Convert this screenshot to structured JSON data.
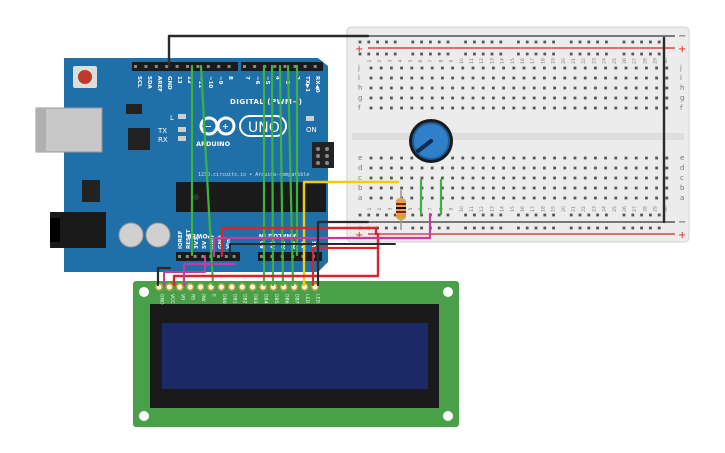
{
  "board": {
    "top_header_labels": [
      "SCL",
      "SDA",
      "AREF",
      "GND",
      "13",
      "12",
      "~11",
      "~10",
      "~9",
      "8",
      "7",
      "~6",
      "~5",
      "4",
      "~3",
      "2",
      "TX▶1",
      "RX◀0"
    ],
    "digital_label": "DIGITAL (PWM~)",
    "brand": "ARDUINO",
    "uno": "UNO",
    "led_l": "L",
    "led_tx": "TX",
    "led_rx": "RX",
    "on_label": "ON",
    "url": "123D.circuits.io • Arduino-compatible",
    "power_label": "POWER",
    "analog_label": "ANALOG IN",
    "power_pins": [
      "IOREF",
      "RESET",
      "3V3",
      "5V",
      "GND",
      "GND",
      "Vin"
    ],
    "analog_pins": [
      "A0",
      "A1",
      "A2",
      "A3",
      "A4",
      "A5"
    ]
  },
  "breadboard": {
    "rows_top": [
      "j",
      "i",
      "h",
      "g",
      "f"
    ],
    "rows_bottom": [
      "e",
      "d",
      "c",
      "b",
      "a"
    ],
    "plus": "+",
    "minus": "−"
  },
  "lcd": {
    "pin_labels": [
      "GND",
      "VCC",
      "V0",
      "RS",
      "RW",
      "E",
      "DB0",
      "DB1",
      "DB2",
      "DB3",
      "DB4",
      "DB5",
      "DB6",
      "DB7",
      "LED",
      "LED"
    ]
  },
  "colors": {
    "board": "#1f6fa8",
    "board_dark": "#18598a",
    "breadboard": "#ececec",
    "lcd_pcb": "#49a049",
    "lcd_screen": "#1b2a66",
    "wire_black": "#2a2a2a",
    "wire_green": "#3cb43c",
    "wire_red": "#d9242e",
    "wire_yellow": "#f0cc10",
    "wire_magenta": "#c43d9e",
    "pot": "#2f80c8"
  }
}
